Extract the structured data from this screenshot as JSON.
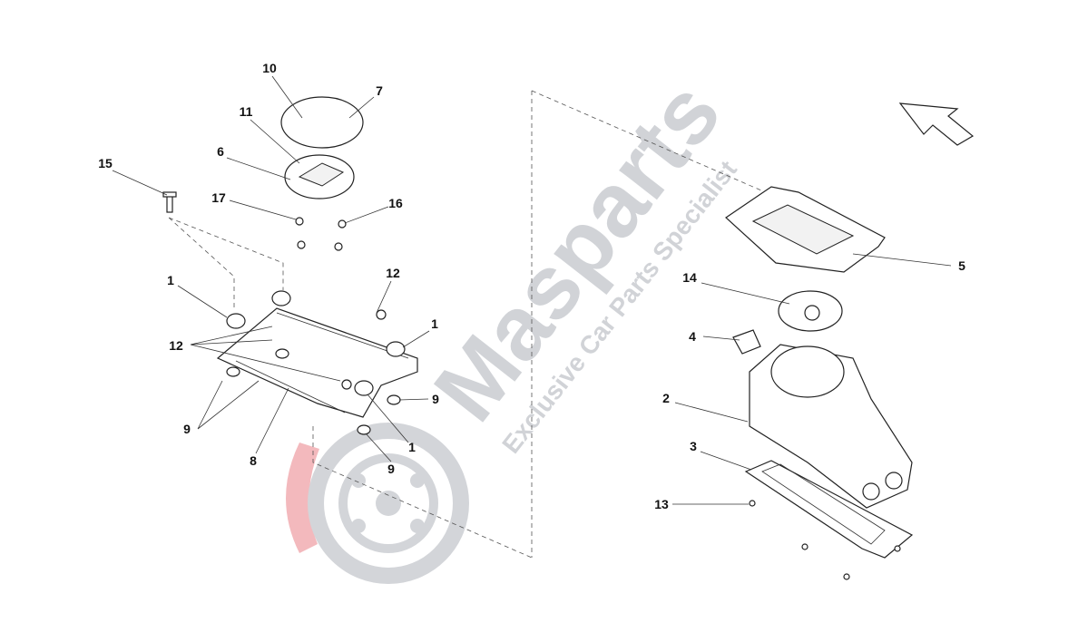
{
  "watermark": {
    "brand": "Masparts",
    "tagline": "Exclusive Car Parts Specialist",
    "brand_color": "#c9ccd1",
    "logo_accent_color": "#f3b9bd"
  },
  "callouts": [
    "10",
    "7",
    "11",
    "6",
    "15",
    "17",
    "16",
    "12",
    "1",
    "1",
    "12",
    "9",
    "9",
    "1",
    "8",
    "9",
    "5",
    "14",
    "4",
    "2",
    "3",
    "13"
  ]
}
